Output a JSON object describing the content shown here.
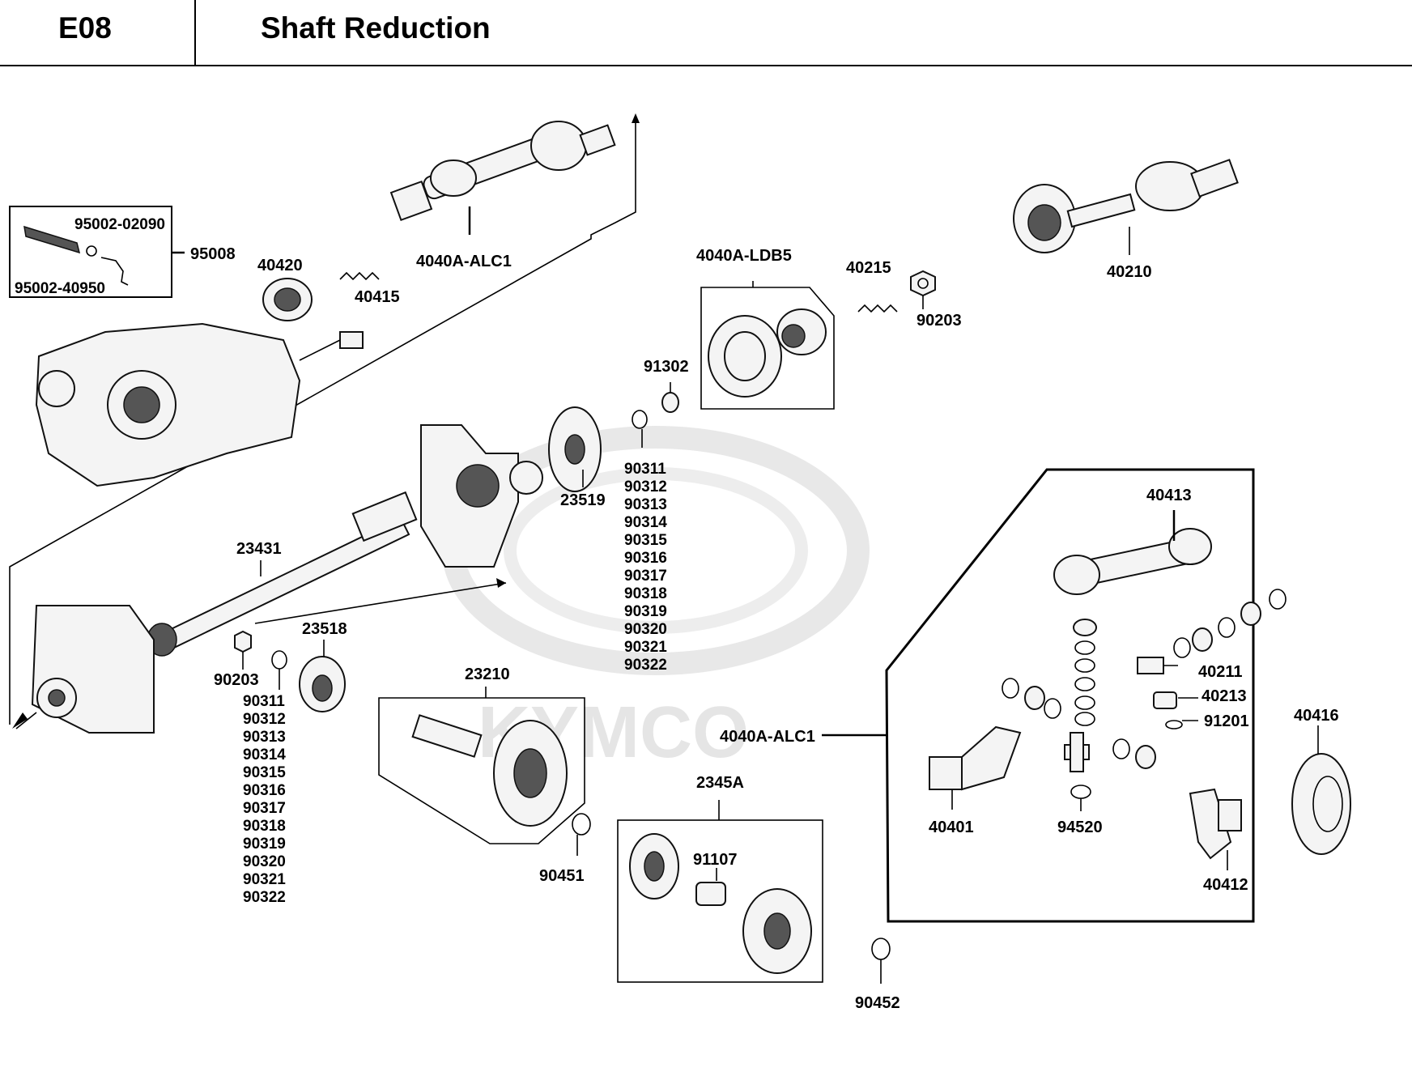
{
  "header": {
    "code": "E08",
    "title": "Shaft Reduction"
  },
  "watermark": {
    "brand": "KYMCO"
  },
  "labels": {
    "p95002_02090": "95002-02090",
    "p95002_40950": "95002-40950",
    "p95008": "95008",
    "p40420": "40420",
    "p40415": "40415",
    "p4040A_ALC1_top": "4040A-ALC1",
    "p4040A_LDB5": "4040A-LDB5",
    "p40215": "40215",
    "p90203_top": "90203",
    "p40210": "40210",
    "p91302": "91302",
    "p23519": "23519",
    "p23431": "23431",
    "p90203_mid": "90203",
    "p23518": "23518",
    "p23210": "23210",
    "p90451": "90451",
    "p2345A": "2345A",
    "p91107": "91107",
    "p90452": "90452",
    "p4040A_ALC1_side": "4040A-ALC1",
    "p40413": "40413",
    "p40211": "40211",
    "p40213": "40213",
    "p91201": "91201",
    "p40416": "40416",
    "p40401": "40401",
    "p94520": "94520",
    "p40412": "40412"
  },
  "shim_list_right": [
    "90311",
    "90312",
    "90313",
    "90314",
    "90315",
    "90316",
    "90317",
    "90318",
    "90319",
    "90320",
    "90321",
    "90322"
  ],
  "shim_list_left": [
    "90311",
    "90312",
    "90313",
    "90314",
    "90315",
    "90316",
    "90317",
    "90318",
    "90319",
    "90320",
    "90321",
    "90322"
  ]
}
